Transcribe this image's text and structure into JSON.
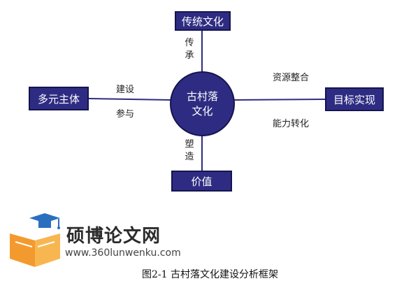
{
  "diagram": {
    "center_line1": "古村落",
    "center_line2": "文化",
    "top_node": "传统文化",
    "left_node": "多元主体",
    "right_node": "目标实现",
    "bottom_node": "价值",
    "top_edge_label": "传承",
    "left_edge_label_upper": "建设",
    "left_edge_label_lower": "参与",
    "right_edge_label_upper": "资源整合",
    "right_edge_label_lower": "能力转化",
    "bottom_edge_label": "塑造"
  },
  "watermark": {
    "name": "硕博论文网",
    "url": "www.360lunwenku.com"
  },
  "caption": "图2-1 古村落文化建设分析框架",
  "colors": {
    "node_fill": "#2e2c82",
    "connector": "#2e2c82",
    "logo_orange": "#f39a2e",
    "logo_blue": "#2a6fbf"
  }
}
